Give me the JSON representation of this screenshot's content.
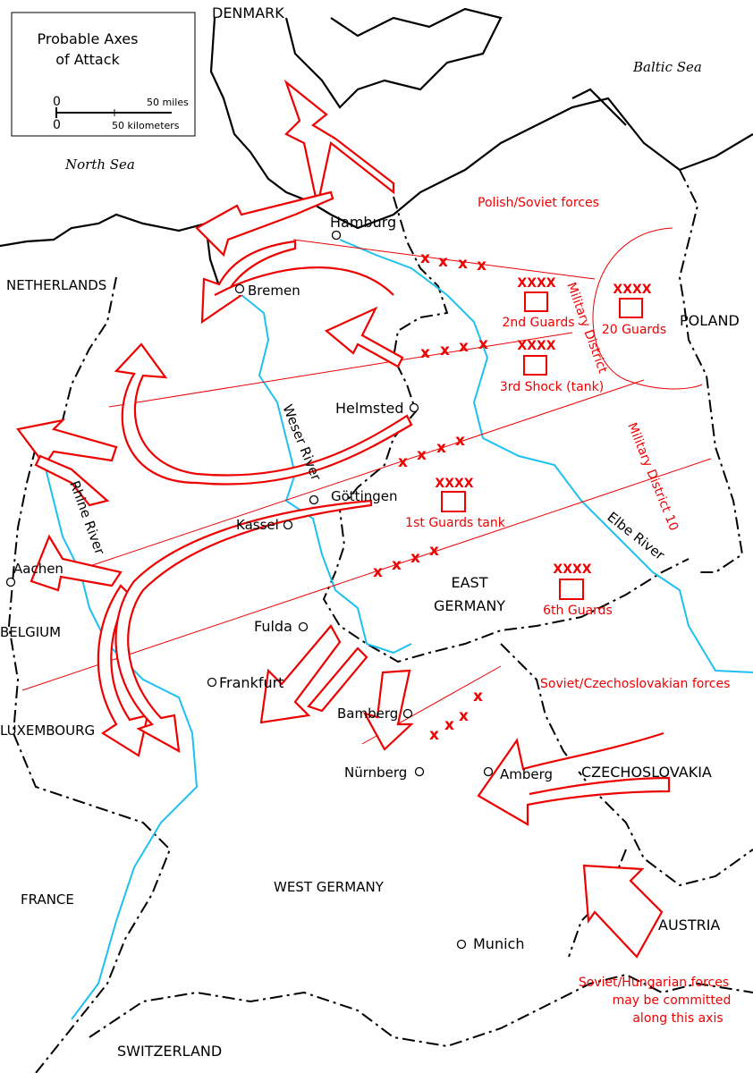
{
  "legend": {
    "title_line1": "Probable Axes",
    "title_line2": "of Attack",
    "scale_miles_zero": "0",
    "scale_miles": "50 miles",
    "scale_km_zero": "0",
    "scale_km": "50 kilometers"
  },
  "seas": {
    "baltic": "Baltic Sea",
    "north": "North Sea"
  },
  "countries": {
    "denmark": "DENMARK",
    "netherlands": "NETHERLANDS",
    "poland": "POLAND",
    "belgium": "BELGIUM",
    "luxembourg": "LUXEMBOURG",
    "czechoslovakia": "CZECHOSLOVAKIA",
    "west_germany": "WEST GERMANY",
    "east_germany_1": "EAST",
    "east_germany_2": "GERMANY",
    "france": "FRANCE",
    "austria": "AUSTRIA",
    "switzerland": "SWITZERLAND"
  },
  "cities": {
    "hamburg": "Hamburg",
    "bremen": "Bremen",
    "helmsted": "Helmsted",
    "gottingen": "Göttingen",
    "kassel": "Kassel",
    "aachen": "Aachen",
    "fulda": "Fulda",
    "frankfurt": "Frankfurt",
    "bamberg": "Bamberg",
    "nurnberg": "Nürnberg",
    "amberg": "Amberg",
    "munich": "Munich"
  },
  "rivers": {
    "weser": "Weser River",
    "rhine": "Rhine River",
    "elbe": "Elbe River"
  },
  "districts": {
    "md": "Military District",
    "md10": "Military District 10"
  },
  "forces": {
    "polish_soviet": "Polish/Soviet forces",
    "soviet_czech": "Soviet/Czechoslovakian forces",
    "soviet_hungarian_1": "Soviet/Hungarian forces",
    "soviet_hungarian_2": "may be committed",
    "soviet_hungarian_3": "along this axis"
  },
  "armies": [
    {
      "symbol": "XXXX",
      "name": "2nd Guards"
    },
    {
      "symbol": "XXXX",
      "name": "20 Guards"
    },
    {
      "symbol": "XXXX",
      "name": "3rd Shock (tank)"
    },
    {
      "symbol": "XXXX",
      "name": "1st Guards tank"
    },
    {
      "symbol": "XXXX",
      "name": "6th Guards"
    }
  ],
  "colors": {
    "attack": "#ee0000",
    "river": "#1ec0f0",
    "border": "#000000"
  }
}
